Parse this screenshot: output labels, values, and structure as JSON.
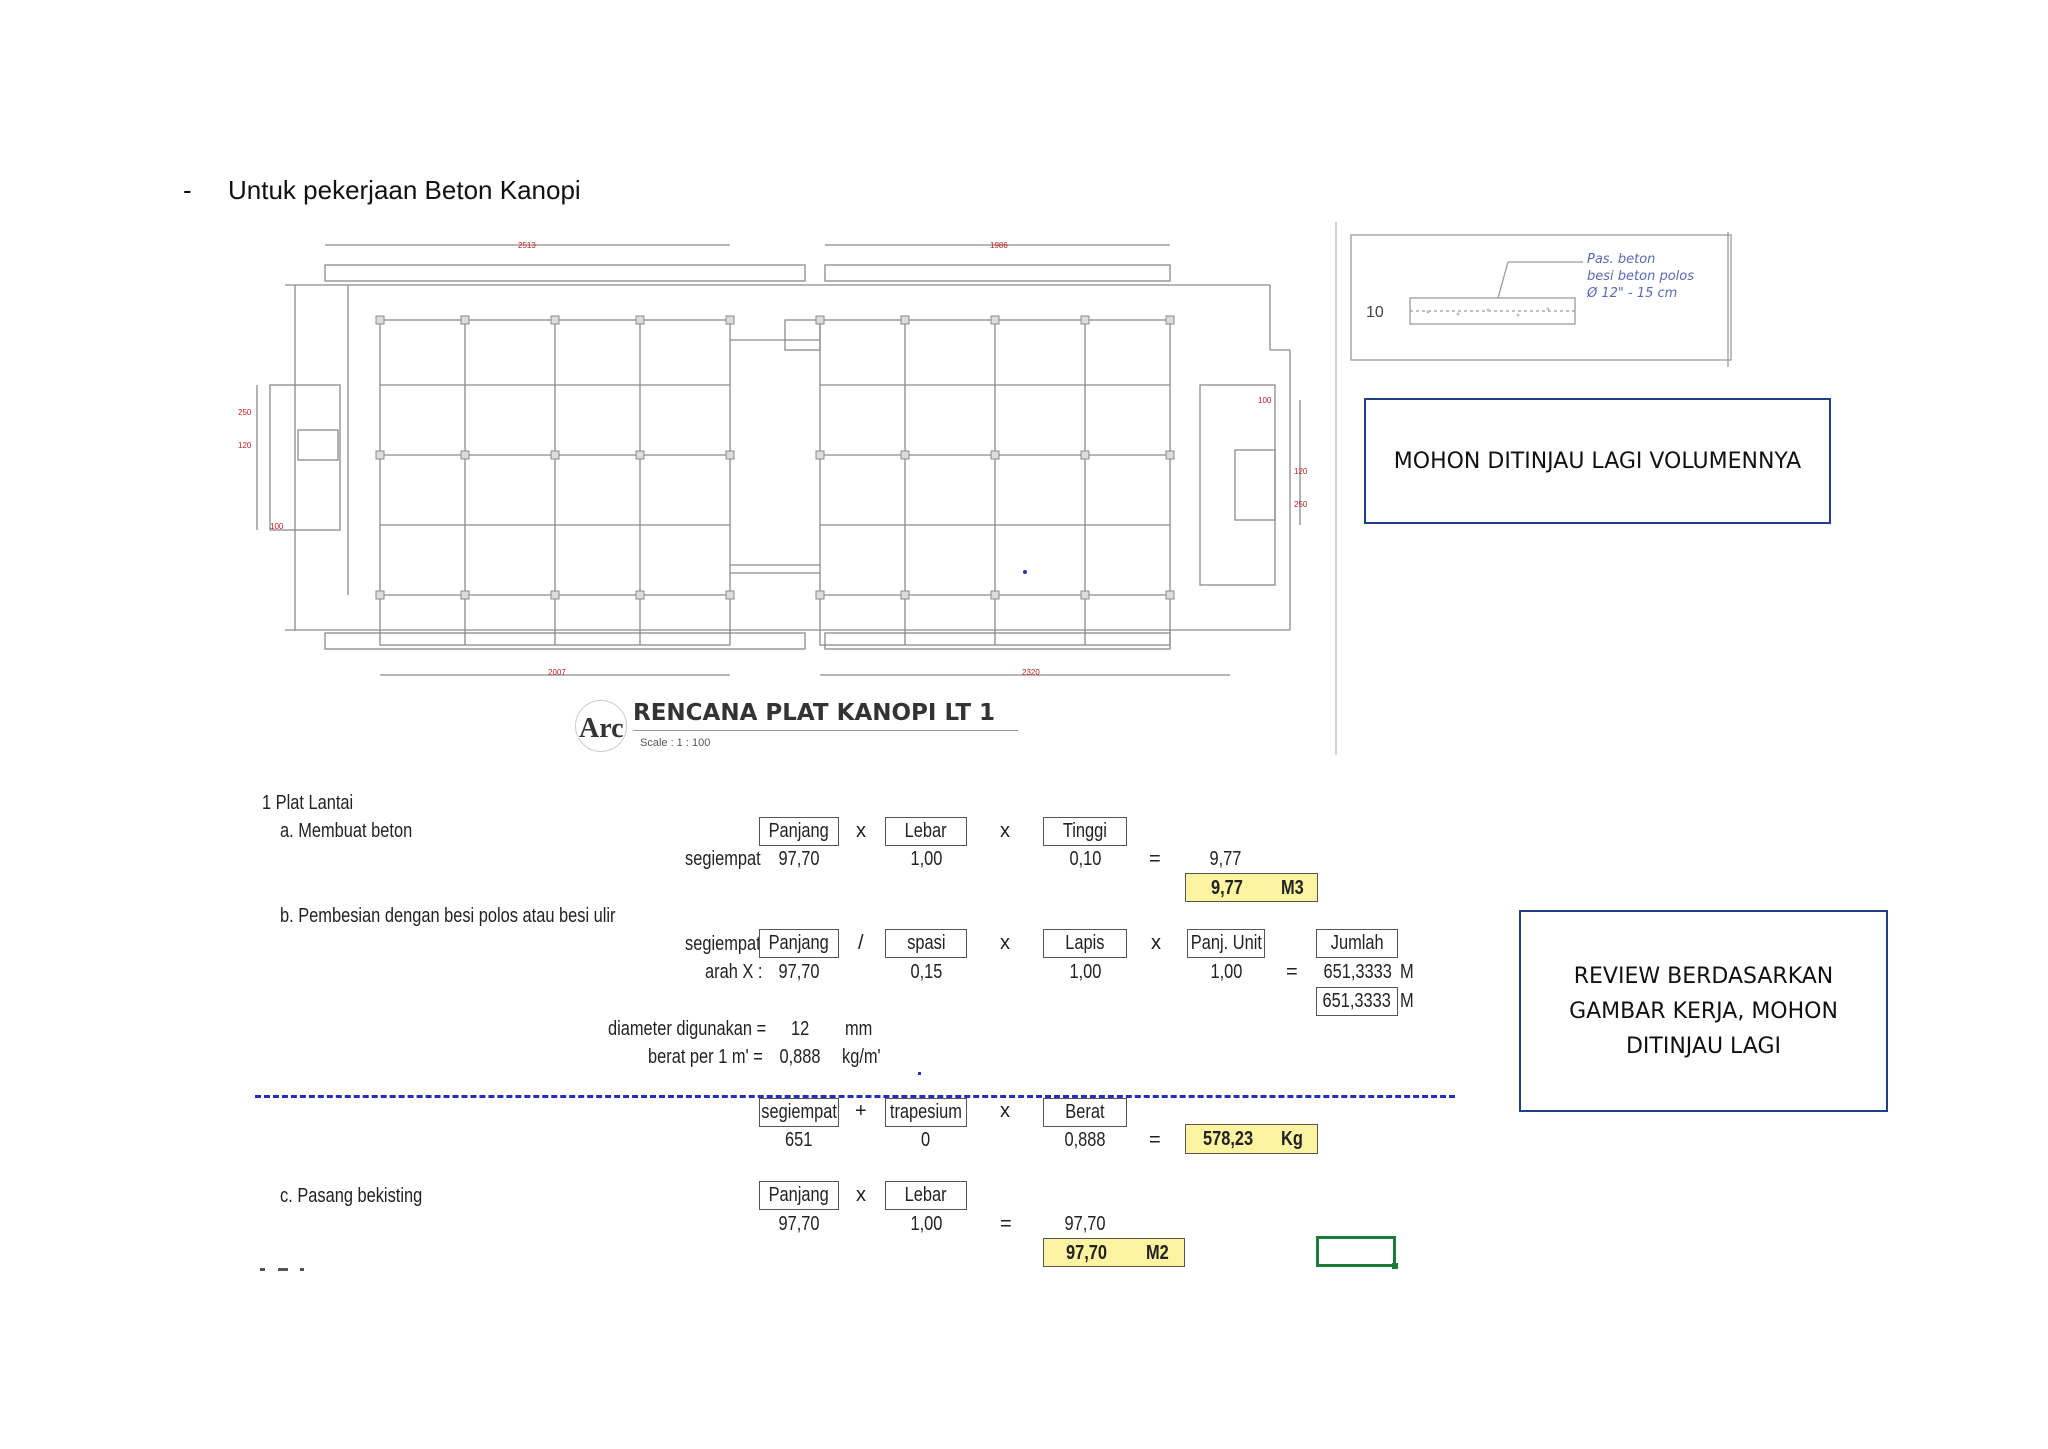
{
  "heading": {
    "bullet": "-",
    "text": "Untuk pekerjaan Beton Kanopi"
  },
  "plan": {
    "title": "RENCANA PLAT KANOPI LT 1",
    "scale": "Scale : 1 : 100",
    "logo": "Arc",
    "dim_labels": [
      "2513",
      "1986",
      "2007",
      "2320",
      "100",
      "120",
      "250",
      "250"
    ]
  },
  "section_detail": {
    "label_lines": [
      "Pas. beton",
      "besi beton polos",
      "Ø 12\" - 15 cm"
    ],
    "thickness": "10"
  },
  "notes": {
    "top": "MOHON DITINJAU LAGI VOLUMENNYA",
    "right": "REVIEW BERDASARKAN GAMBAR KERJA, MOHON DITINJAU LAGI"
  },
  "calc": {
    "section": "1  Plat Lantai",
    "a": {
      "title": "a. Membuat beton",
      "headers": [
        "Panjang",
        "Lebar",
        "Tinggi"
      ],
      "row_label": "segiempat",
      "values": [
        "97,70",
        "1,00",
        "0,10"
      ],
      "ops": [
        "x",
        "x",
        "="
      ],
      "result": "9,77",
      "total": "9,77",
      "unit": "M3"
    },
    "b": {
      "title": "b. Pembesian dengan besi polos atau besi ulir",
      "row_label_1": "segiempat",
      "row_label_2": "arah X :",
      "headers": [
        "Panjang",
        "spasi",
        "Lapis",
        "Panj. Unit",
        "Jumlah"
      ],
      "ops": [
        "/",
        "x",
        "x",
        "="
      ],
      "values": [
        "97,70",
        "0,15",
        "1,00",
        "1,00",
        "651,3333"
      ],
      "unit": "M",
      "subtotal": "651,3333",
      "subtotal_unit": "M",
      "diameter_label": "diameter digunakan =",
      "diameter_value": "12",
      "diameter_unit": "mm",
      "weight_label": "berat per 1 m' =",
      "weight_value": "0,888",
      "weight_unit": "kg/m'",
      "sum_headers": [
        "segiempat",
        "trapesium",
        "Berat"
      ],
      "sum_ops": [
        "+",
        "x",
        "="
      ],
      "sum_values": [
        "651",
        "0",
        "0,888"
      ],
      "total": "578,23",
      "total_unit": "Kg"
    },
    "c": {
      "title": "c. Pasang bekisting",
      "headers": [
        "Panjang",
        "Lebar"
      ],
      "ops": [
        "x",
        "="
      ],
      "values": [
        "97,70",
        "1,00"
      ],
      "result": "97,70",
      "total": "97,70",
      "unit": "M2"
    }
  }
}
